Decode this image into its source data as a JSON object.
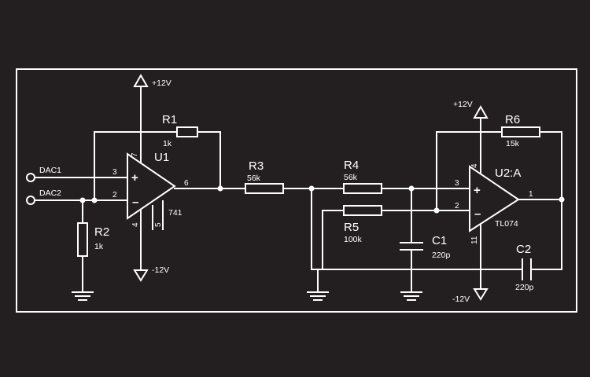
{
  "colors": {
    "background": "#231f20",
    "ink": "#ffffff"
  },
  "inputs": {
    "dac1": "DAC1",
    "dac2": "DAC2"
  },
  "u1": {
    "name": "U1",
    "part": "741",
    "plus": "+",
    "minus": "–",
    "pin_in_plus": "3",
    "pin_in_minus": "2",
    "pin_out": "6",
    "pin_vpos": "7",
    "pin_vneg": "4",
    "pin_offset": "5",
    "vpos": "+12V",
    "vneg": "-12V"
  },
  "u2": {
    "name": "U2:A",
    "part": "TL074",
    "plus": "+",
    "minus": "–",
    "pin_in_plus": "3",
    "pin_in_minus": "2",
    "pin_out": "1",
    "pin_vpos": "4",
    "pin_vneg": "11",
    "vpos": "+12V",
    "vneg": "-12V"
  },
  "components": {
    "r1": {
      "name": "R1",
      "value": "1k"
    },
    "r2": {
      "name": "R2",
      "value": "1k"
    },
    "r3": {
      "name": "R3",
      "value": "56k"
    },
    "r4": {
      "name": "R4",
      "value": "56k"
    },
    "r5": {
      "name": "R5",
      "value": "100k"
    },
    "r6": {
      "name": "R6",
      "value": "15k"
    },
    "c1": {
      "name": "C1",
      "value": "220p"
    },
    "c2": {
      "name": "C2",
      "value": "220p"
    }
  }
}
